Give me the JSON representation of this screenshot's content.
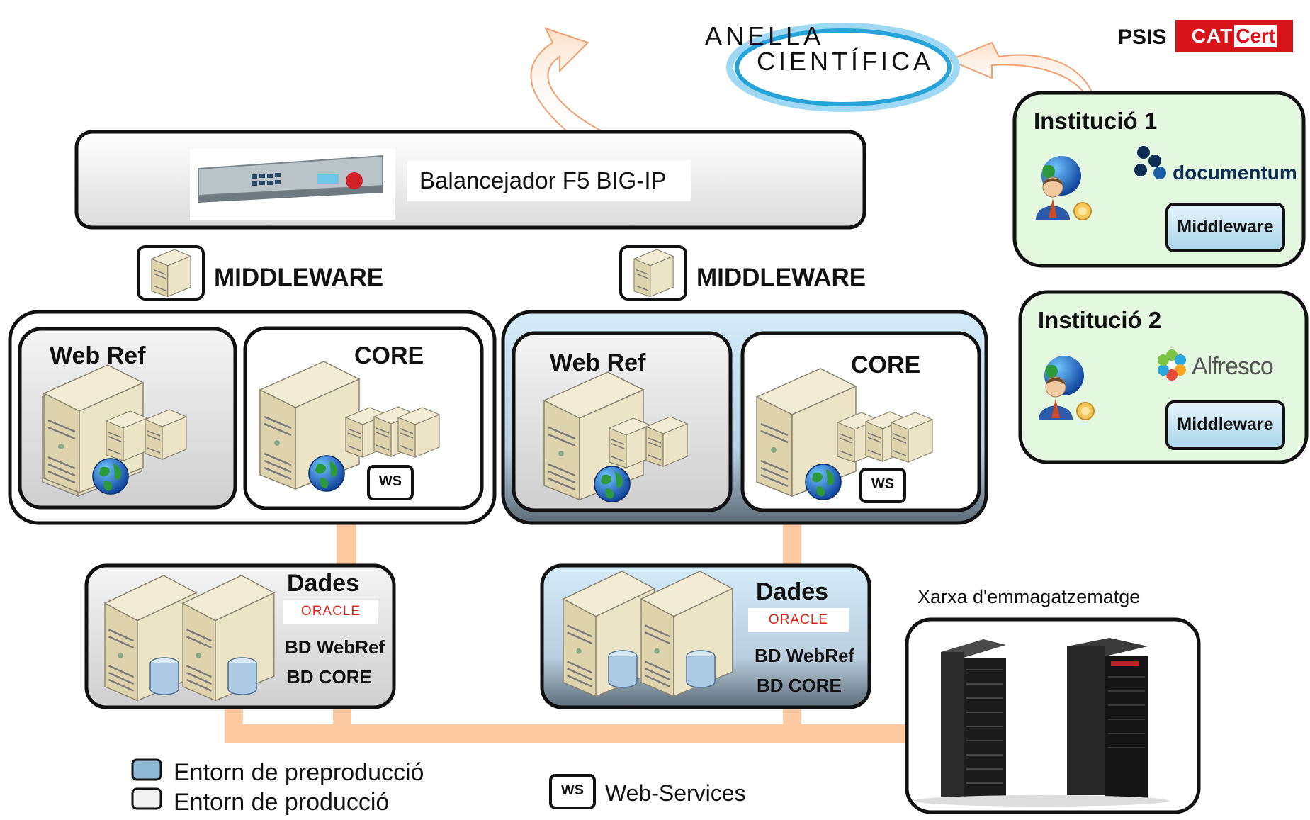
{
  "header": {
    "logo_line1": "ANELLA",
    "logo_line2": "CIENTÍFICA",
    "psis_label": "PSIS",
    "catcert_part1": "CAT",
    "catcert_part2": "Cert"
  },
  "balancer": {
    "label": "Balancejador F5 BIG-IP"
  },
  "middleware": {
    "left_label": "MIDDLEWARE",
    "right_label": "MIDDLEWARE"
  },
  "clusters": {
    "production": {
      "webref_title": "Web Ref",
      "core_title": "CORE",
      "ws_badge": "WS"
    },
    "preproduction": {
      "webref_title": "Web Ref",
      "core_title": "CORE",
      "ws_badge": "WS"
    }
  },
  "data": {
    "production": {
      "title": "Dades",
      "oracle": "ORACLE",
      "line1": "BD WebRef",
      "line2": "BD CORE"
    },
    "preproduction": {
      "title": "Dades",
      "oracle": "ORACLE",
      "line1": "BD WebRef",
      "line2": "BD CORE"
    }
  },
  "institutions": [
    {
      "title": "Institució 1",
      "product": "documentum",
      "middleware_label": "Middleware"
    },
    {
      "title": "Institució 2",
      "product": "Alfresco",
      "middleware_label": "Middleware"
    }
  ],
  "storage": {
    "label": "Xarxa d'emmagatzematge"
  },
  "legend": {
    "preproduction": "Entorn de preproducció",
    "production": "Entorn de producció",
    "ws_badge": "WS",
    "ws_label": "Web-Services"
  },
  "colors": {
    "connector": "#fcc9a0",
    "institution_fill": "#e4f8e0",
    "preprod_fill": "#cfe6f5",
    "catcert_red": "#d8141b",
    "logo_blue": "#26a3d8"
  }
}
